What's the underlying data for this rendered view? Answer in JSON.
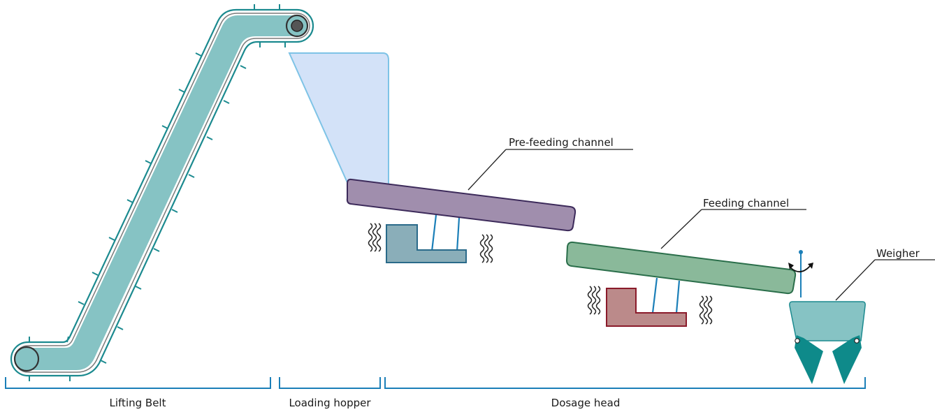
{
  "labels": {
    "pre_feeding_channel": "Pre-feeding channel",
    "feeding_channel": "Feeding channel",
    "weigher": "Weigher"
  },
  "sections": {
    "lifting_belt": "Lifting Belt",
    "loading_hopper": "Loading hopper",
    "dosage_head": "Dosage head"
  },
  "colors": {
    "belt_fill": "#86c3c4",
    "belt_outline": "#1b8a8f",
    "hopper_fill": "#d3e2f8",
    "hopper_outline": "#7ec3e6",
    "pre_feeding_fill": "#a08ead",
    "pre_feeding_outline": "#3c2a5a",
    "feeding_fill": "#8ab99a",
    "feeding_outline": "#2a6e4a",
    "vibrator_blue_fill": "#8aaeb9",
    "vibrator_blue_outline": "#2a6a8a",
    "vibrator_red_fill": "#bb8a8a",
    "vibrator_red_outline": "#8a1a2a",
    "weigher_fill": "#86c3c4",
    "gate_fill": "#0e8a8a",
    "bracket": "#1b7fb8"
  }
}
